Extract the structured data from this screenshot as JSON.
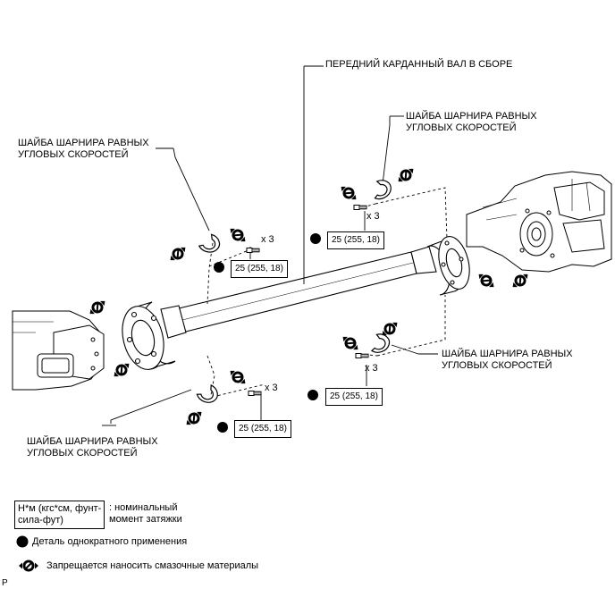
{
  "labels": {
    "main_assembly": "ПЕРЕДНИЙ КАРДАННЫЙ ВАЛ В СБОРЕ",
    "cv_washer_line1": "ШАЙБА ШАРНИРА РАВНЫХ",
    "cv_washer_line2": "УГЛОВЫХ СКОРОСТЕЙ",
    "cv_washer_line2_alt": "УГЛОВЫХ СКОРОСТЕЙ",
    "qty": "x 3"
  },
  "torque": {
    "value": "25 (255, 18)"
  },
  "legend": {
    "unit_box": "Н*м (кгс*см, фунт-\nсила-фут)",
    "unit_desc": ": номинальный\nмомент затяжки",
    "single_use": "Деталь однократного применения",
    "no_grease": "Запрещается наносить смазочные материалы"
  },
  "footer": {
    "letter": "P"
  }
}
